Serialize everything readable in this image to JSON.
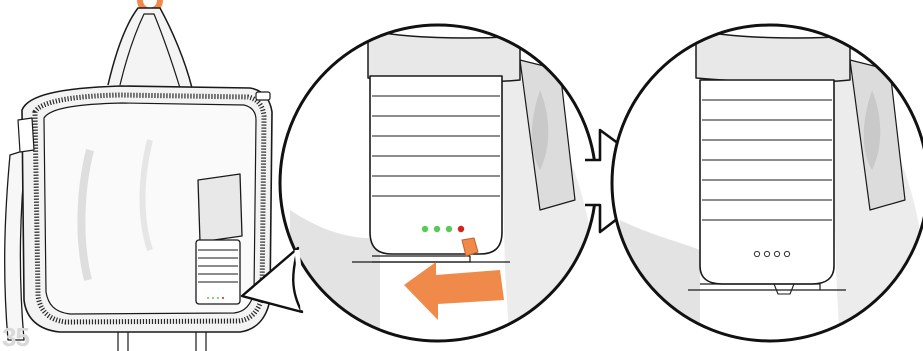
{
  "page_number": "35",
  "colors": {
    "accent_orange": "#f08a4b",
    "led_green": "#58c95a",
    "led_red": "#d62020",
    "outline": "#1a1a1a",
    "shade": "#e3e3e3"
  },
  "illustration": {
    "bag": "bag-with-zipper-and-handle",
    "zoom_before": "battery-pack-leds-lit",
    "arrow_between": "right-arrow",
    "zoom_after": "battery-pack-leds-off",
    "action_arrow": "left-push-arrow"
  }
}
